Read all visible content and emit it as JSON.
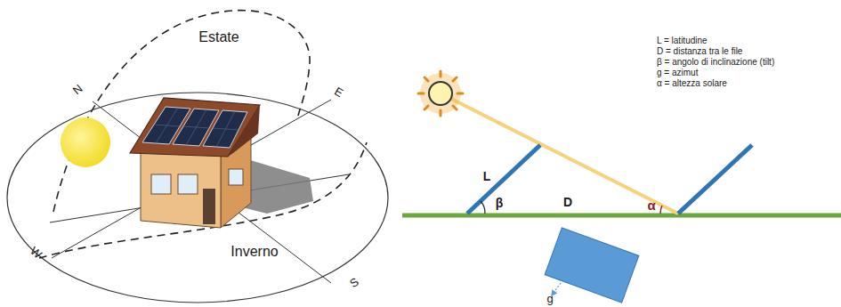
{
  "diagram": {
    "labels": [
      "Estate",
      "N",
      "E",
      "W",
      "S",
      "Inverno",
      "L = latitudine",
      "D = distanza tra le file",
      "β = angolo di inclinazione (tilt)",
      "g = azimut",
      "α = altezza solare",
      "L",
      "β",
      "D",
      "α",
      "g"
    ]
  }
}
